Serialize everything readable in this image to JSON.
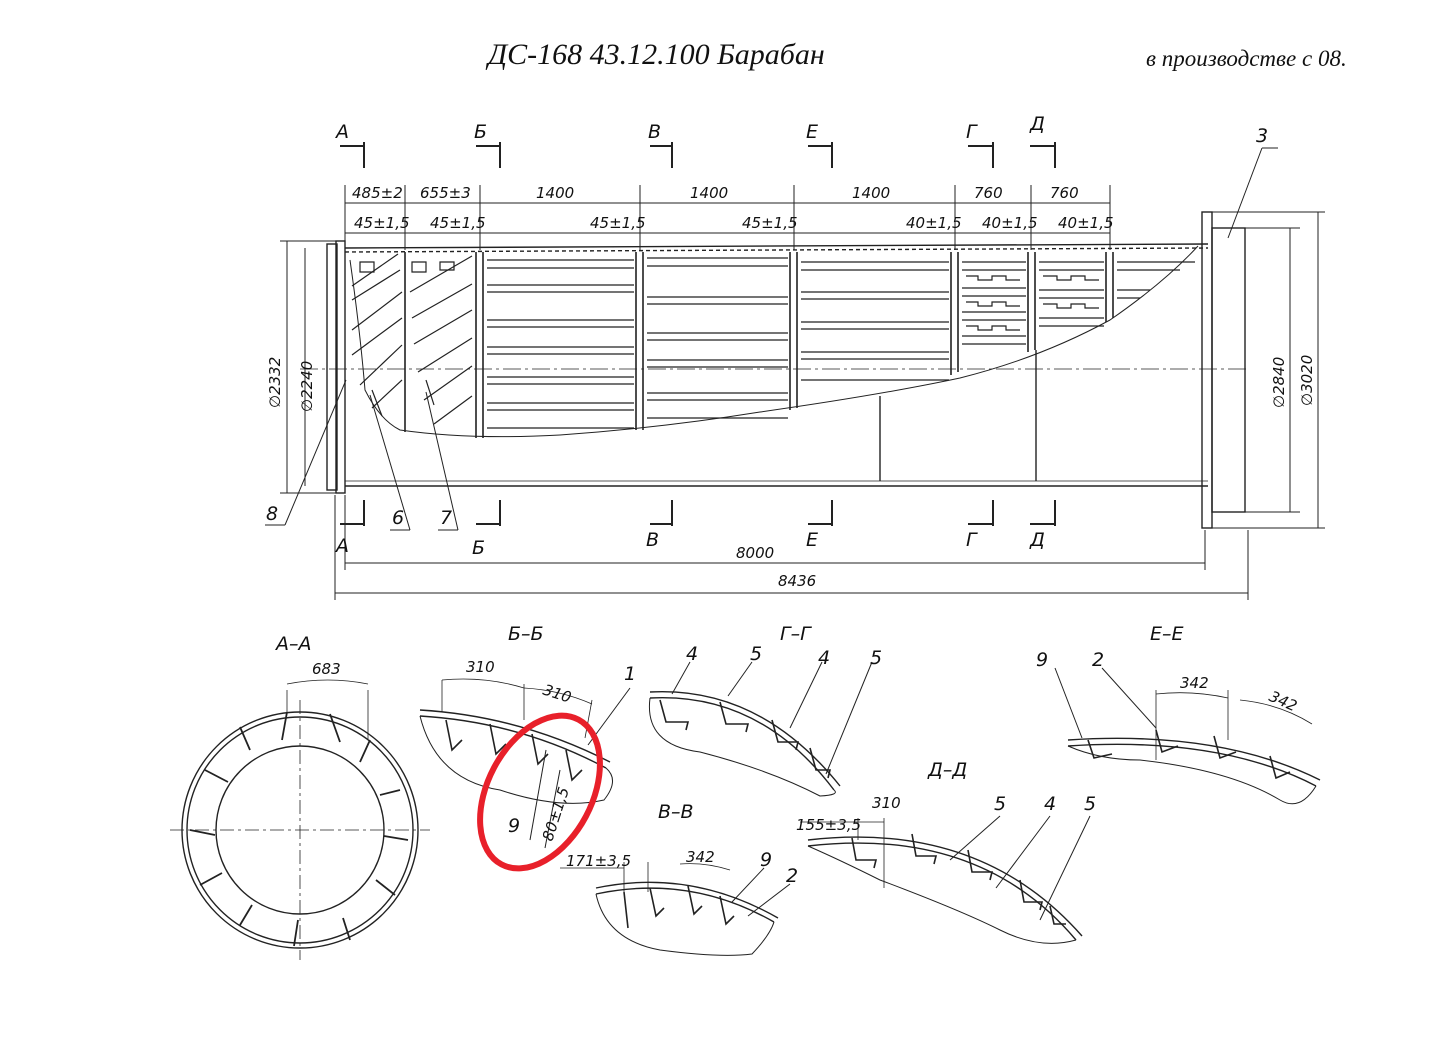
{
  "header": {
    "title": "ДС-168 43.12.100 Барабан",
    "production_note": "в производстве с 08."
  },
  "section_markers": [
    "А",
    "Б",
    "В",
    "Е",
    "Г",
    "Д"
  ],
  "part_numbers": {
    "p1": "1",
    "p2": "2",
    "p3": "3",
    "p4": "4",
    "p5": "5",
    "p6": "6",
    "p7": "7",
    "p8": "8",
    "p9": "9"
  },
  "dimensions": {
    "d485": "485±2",
    "d655": "655±3",
    "d1400": "1400",
    "d760": "760",
    "d45": "45±1,5",
    "d40": "40±1,5",
    "d8000": "8000",
    "d8436": "8436",
    "dia2332": "∅2332",
    "dia2240": "∅2240",
    "dia2840": "∅2840",
    "dia3020": "∅3020",
    "arc683": "683",
    "arc310": "310",
    "arc342": "342",
    "d171": "171±3,5",
    "d155": "155±3,5",
    "d80": "80±1,5"
  },
  "section_views": {
    "aa": "А–А",
    "bb": "Б–Б",
    "vv": "В–В",
    "gg": "Г–Г",
    "dd": "Д–Д",
    "ee": "Е–Е"
  },
  "highlight": {
    "color": "#e8202a"
  }
}
